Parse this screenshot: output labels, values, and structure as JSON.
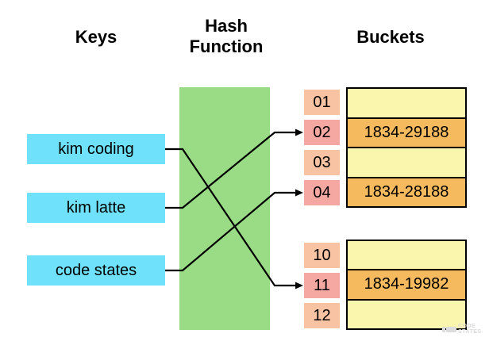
{
  "headers": {
    "keys": "Keys",
    "hash_function": "Hash\nFunction",
    "buckets": "Buckets"
  },
  "keys": [
    {
      "label": "kim coding"
    },
    {
      "label": "kim latte"
    },
    {
      "label": "code states"
    }
  ],
  "slots": {
    "group1": [
      {
        "index": "01",
        "highlighted": false
      },
      {
        "index": "02",
        "highlighted": true
      },
      {
        "index": "03",
        "highlighted": false
      },
      {
        "index": "04",
        "highlighted": true
      }
    ],
    "group2": [
      {
        "index": "10",
        "highlighted": false
      },
      {
        "index": "11",
        "highlighted": true
      },
      {
        "index": "12",
        "highlighted": false
      }
    ]
  },
  "buckets": {
    "table1": [
      {
        "value": ""
      },
      {
        "value": "1834-29188"
      },
      {
        "value": ""
      },
      {
        "value": "1834-28188"
      }
    ],
    "table2": [
      {
        "value": ""
      },
      {
        "value": "1834-19982"
      },
      {
        "value": ""
      }
    ]
  },
  "mappings": [
    {
      "key": "kim coding",
      "slot": "11",
      "value": "1834-19982"
    },
    {
      "key": "kim latte",
      "slot": "02",
      "value": "1834-29188"
    },
    {
      "key": "code states",
      "slot": "04",
      "value": "1834-28188"
    }
  ],
  "watermark": {
    "line1": "CODE",
    "line2": "STATES"
  },
  "colors": {
    "key_box": "#70E1FA",
    "hash_box": "#9ADC86",
    "slot": "#F8C3A3",
    "slot_highlighted": "#F5A8A1",
    "bucket_empty": "#FAF6AE",
    "bucket_filled": "#F6BA5E",
    "line": "#000000"
  }
}
